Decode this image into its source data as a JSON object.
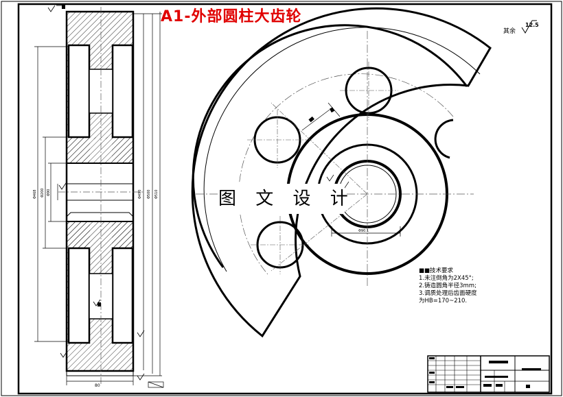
{
  "title": "A1-外部圆柱大齿轮",
  "watermark": "图 文 设 计",
  "roughness": {
    "label": "其余",
    "value": "12.5"
  },
  "tech_requirements": [
    "■■技术要求",
    "1.未注倒角为2X45°;",
    "2.铸造圆角半径3mm;",
    "3.调质处理后齿面硬度",
    "为HB=170~210."
  ],
  "colors": {
    "title": "#e00000",
    "lines": "#000000",
    "center_lines": "#555555"
  },
  "gear_cutout_holes": 4
}
